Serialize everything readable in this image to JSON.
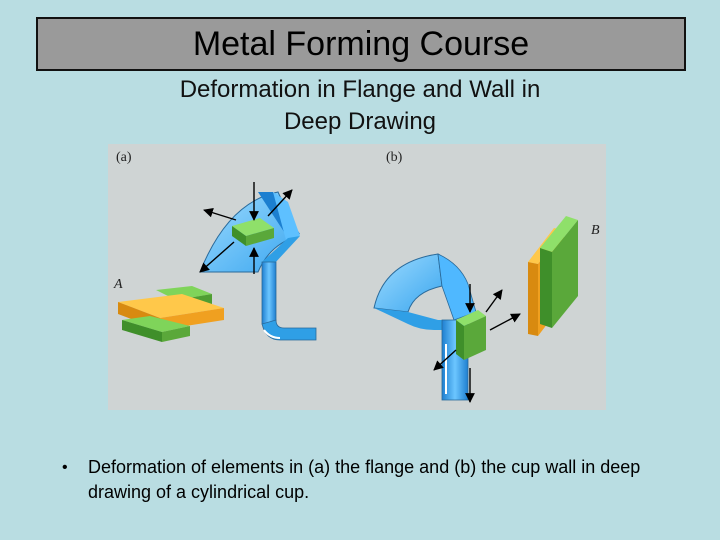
{
  "slide": {
    "title": "Metal Forming Course",
    "subtitle_line1": "Deformation in Flange and Wall in",
    "subtitle_line2": "Deep Drawing"
  },
  "figure": {
    "panel_a_label": "(a)",
    "panel_b_label": "(b)",
    "element_a_label": "A",
    "element_b_label": "B"
  },
  "caption": {
    "bullet": "•",
    "text": "Deformation of elements in (a) the flange and (b) the cup wall in deep drawing of a cylindrical cup."
  },
  "colors": {
    "background": "#b9dde2",
    "title_bar": "#9a9a9a",
    "figure_bg": "#cfd4d4",
    "cup_blue": "#2f9fe6",
    "element_green": "#5aa83a",
    "element_orange": "#f0a020"
  }
}
